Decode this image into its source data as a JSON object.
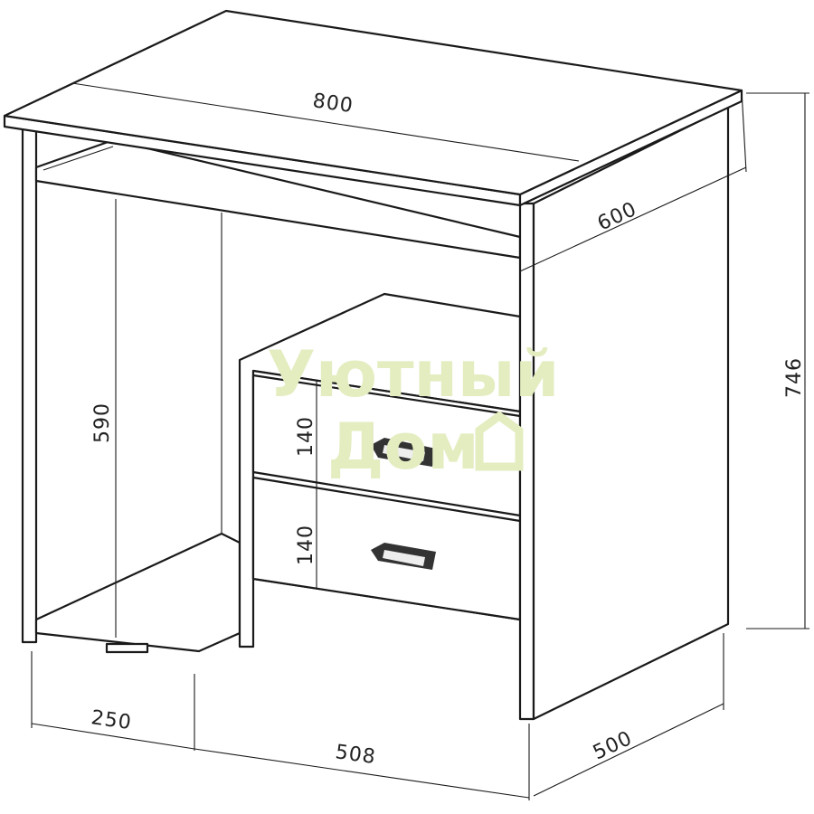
{
  "watermark": {
    "line1": "Уютный",
    "line2": "Дом",
    "color": "#e3edc0"
  },
  "dimensions": {
    "width": "800",
    "depth_top": "600",
    "height": "746",
    "inner_height": "590",
    "drawer_1": "140",
    "drawer_2": "140",
    "shelf_width": "250",
    "pedestal_width": "508",
    "side_depth": "500"
  }
}
